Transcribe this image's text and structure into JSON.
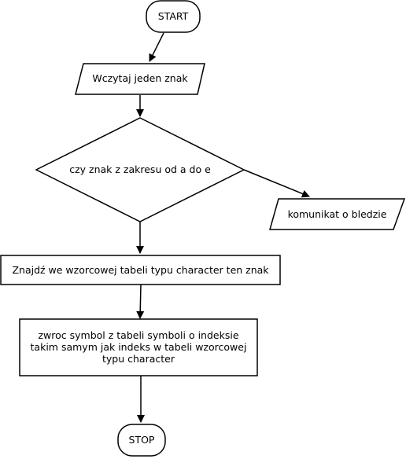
{
  "flowchart": {
    "start_label": "START",
    "read_char_label": "Wczytaj jeden znak",
    "decision_label": "czy znak z zakresu od a do e",
    "error_label": "komunikat o bledzie",
    "find_label": "Znajdź we wzorcowej tabeli typu character ten znak",
    "return_label": "zwroc symbol z tabeli symboli o indeksie\ntakim samym jak indeks w tabeli wzorcowej\ntypu character",
    "stop_label": "STOP"
  },
  "colors": {
    "stroke": "#000000",
    "fill": "#ffffff",
    "text": "#000000"
  }
}
